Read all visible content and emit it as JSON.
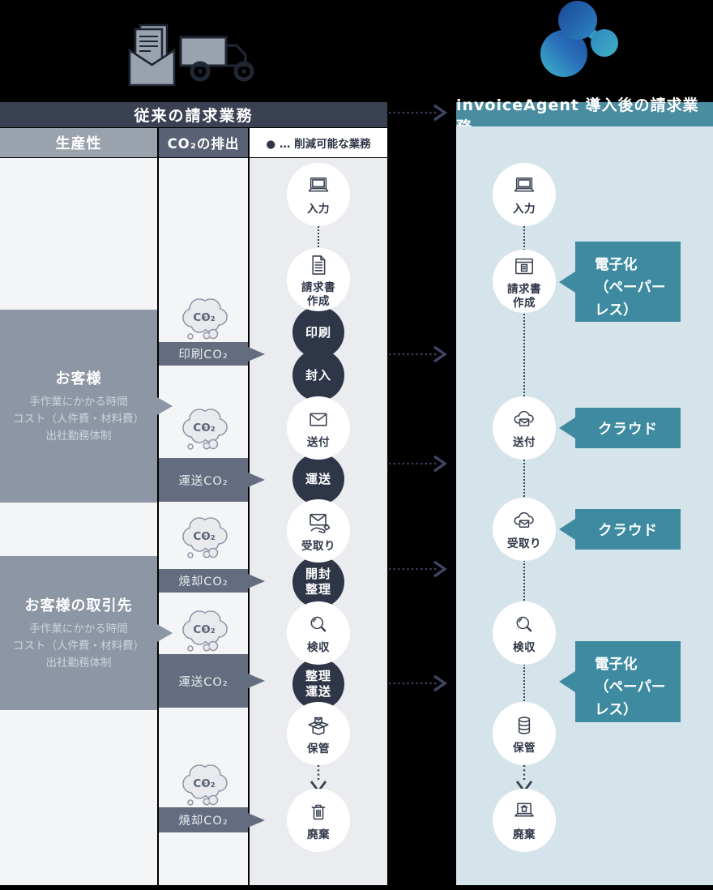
{
  "colors": {
    "navy_header": "#3a4152",
    "dark_circle": "#2e3648",
    "productivity_header_bg": "#9aa2ae",
    "co2_header_bg": "#596274",
    "co2_bar_bg": "#646d7f",
    "group_box_bg": "#8d96a4",
    "teal_header_bg": "#4a8da1",
    "teal_callout_bg": "#3e8aa0",
    "right_panel_bg": "#d5e4ea",
    "left_flow_bg": "#eaecef",
    "left_cols_bg": "#f4f5f7"
  },
  "top_banner": {
    "icons": [
      {
        "name": "mail-documents-icon"
      },
      {
        "name": "delivery-truck-icon"
      },
      {
        "name": "invoiceagent-logo"
      }
    ]
  },
  "legacy_panel": {
    "title": "従来の請求業務",
    "productivity_header": "生産性",
    "co2_header": "CO₂の排出",
    "legend": "● … 削減可能な業務",
    "groups": [
      {
        "title": "お客様",
        "lines": [
          "手作業にかかる時間",
          "コスト（人件費・材料費）",
          "出社勤務体制"
        ]
      },
      {
        "title": "お客様の取引先",
        "lines": [
          "手作業にかかる時間",
          "コスト（人件費・材料費）",
          "出社勤務体制"
        ]
      }
    ],
    "co2_clouds": [
      "CO₂",
      "CO₂",
      "CO₂",
      "CO₂",
      "CO₂"
    ],
    "co2_bars": [
      "印刷CO₂",
      "運送CO₂",
      "焼却CO₂",
      "運送CO₂",
      "焼却CO₂"
    ],
    "flow": [
      {
        "label": "入力",
        "lines": [
          "入力"
        ],
        "icon": "laptop-icon",
        "reducible": false
      },
      {
        "label": "請求書作成",
        "lines": [
          "請求書",
          "作成"
        ],
        "icon": "invoice-document-icon",
        "reducible": false
      },
      {
        "label": "印刷",
        "lines": [
          "印刷"
        ],
        "reducible": true
      },
      {
        "label": "封入",
        "lines": [
          "封入"
        ],
        "reducible": true
      },
      {
        "label": "送付",
        "lines": [
          "送付"
        ],
        "icon": "envelope-icon",
        "reducible": false
      },
      {
        "label": "運送",
        "lines": [
          "運送"
        ],
        "reducible": true
      },
      {
        "label": "受取り",
        "lines": [
          "受取り"
        ],
        "icon": "envelope-hand-icon",
        "reducible": false
      },
      {
        "label": "開封整理",
        "lines": [
          "開封",
          "整理"
        ],
        "reducible": true
      },
      {
        "label": "検収",
        "lines": [
          "検収"
        ],
        "icon": "magnifier-icon",
        "reducible": false
      },
      {
        "label": "整理運送",
        "lines": [
          "整理",
          "運送"
        ],
        "reducible": true
      },
      {
        "label": "保管",
        "lines": [
          "保管"
        ],
        "icon": "open-box-icon",
        "reducible": false
      },
      {
        "label": "廃棄",
        "lines": [
          "廃棄"
        ],
        "icon": "trash-icon",
        "reducible": false
      }
    ]
  },
  "modern_panel": {
    "title": "invoiceAgent 導入後の請求業務",
    "flow": [
      {
        "label": "入力",
        "lines": [
          "入力"
        ],
        "icon": "laptop-icon"
      },
      {
        "label": "請求書作成",
        "lines": [
          "請求書",
          "作成"
        ],
        "icon": "web-invoice-icon"
      },
      {
        "label": "送付",
        "lines": [
          "送付"
        ],
        "icon": "cloud-mail-icon"
      },
      {
        "label": "受取り",
        "lines": [
          "受取り"
        ],
        "icon": "cloud-mail-icon"
      },
      {
        "label": "検収",
        "lines": [
          "検収"
        ],
        "icon": "magnifier-icon"
      },
      {
        "label": "保管",
        "lines": [
          "保管"
        ],
        "icon": "database-icon"
      },
      {
        "label": "廃棄",
        "lines": [
          "廃棄"
        ],
        "icon": "laptop-trash-icon"
      }
    ],
    "callouts": [
      {
        "text": "電子化（ペーパーレス）",
        "lines": [
          "電子化",
          "（ペーパー",
          "レス）"
        ],
        "size": "large"
      },
      {
        "text": "クラウド",
        "lines": [
          "クラウド"
        ],
        "size": "small"
      },
      {
        "text": "クラウド",
        "lines": [
          "クラウド"
        ],
        "size": "small"
      },
      {
        "text": "電子化（ペーパーレス）",
        "lines": [
          "電子化",
          "（ペーパー",
          "レス）"
        ],
        "size": "large"
      }
    ]
  }
}
